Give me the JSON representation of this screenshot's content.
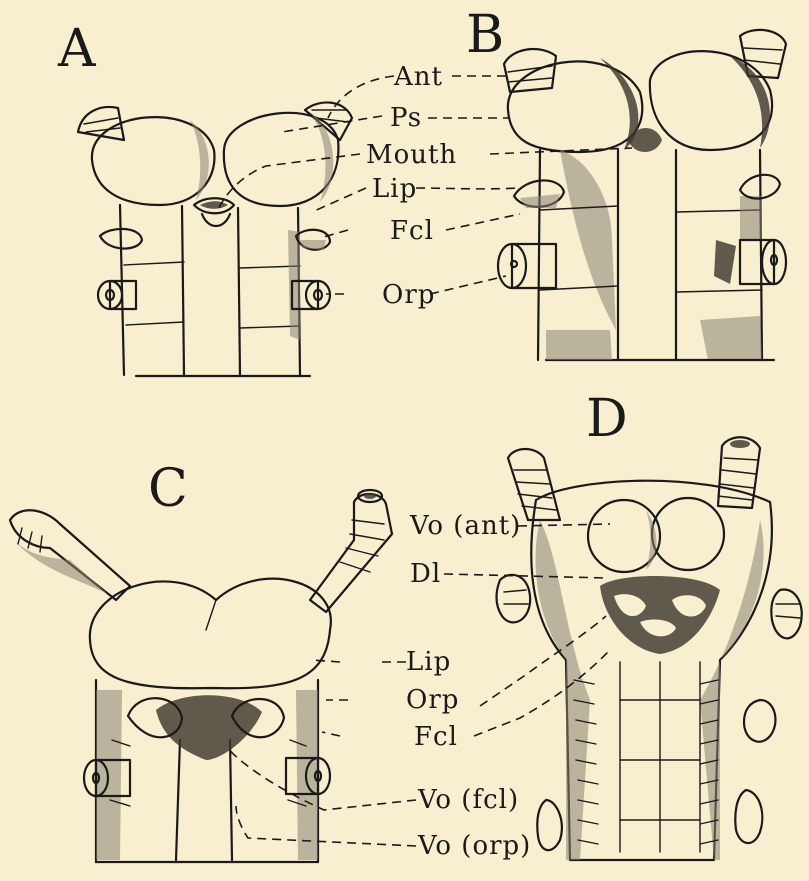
{
  "panels": {
    "A": {
      "letter": "A"
    },
    "B": {
      "letter": "B"
    },
    "C": {
      "letter": "C"
    },
    "D": {
      "letter": "D"
    }
  },
  "labels": {
    "ant": "Ant",
    "ps": "Ps",
    "mouth": "Mouth",
    "lip_top": "Lip",
    "fcl_top": "Fcl",
    "orp_top": "Orp",
    "vo_ant": "Vo (ant)",
    "dl": "Dl",
    "lip_bottom": "Lip",
    "orp_bottom": "Orp",
    "fcl_bottom": "Fcl",
    "vo_fcl": "Vo (fcl)",
    "vo_orp": "Vo (orp)"
  }
}
